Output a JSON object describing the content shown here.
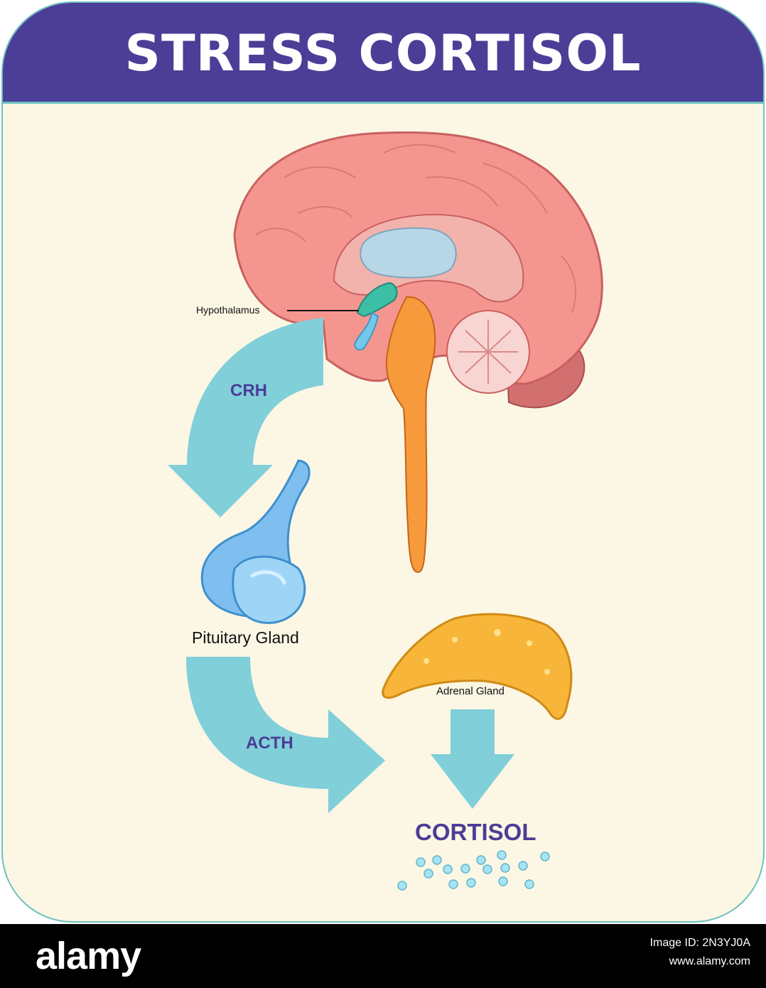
{
  "title": "STRESS CORTISOL",
  "labels": {
    "hypothalamus": "Hypothalamus",
    "crh": "CRH",
    "pituitary": "Pituitary Gland",
    "adrenal": "Adrenal Gland",
    "acth": "ACTH",
    "cortisol": "CORTISOL"
  },
  "footer": {
    "brand": "alamy",
    "image_id": "Image ID: 2N3YJ0A",
    "site": "www.alamy.com"
  },
  "colors": {
    "header": "#4c3d97",
    "background": "#fbf7e4",
    "border": "#6ec1bf",
    "arrow": "#80cfd9",
    "accent_text": "#4c3d97"
  }
}
